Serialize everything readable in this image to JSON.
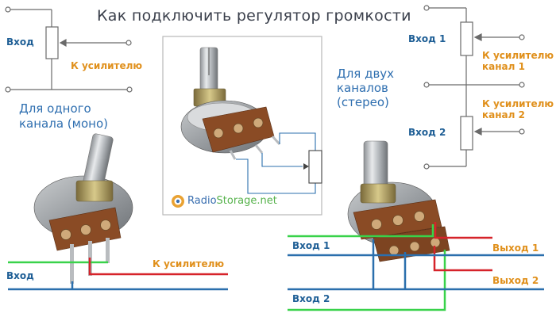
{
  "title": "Как подключить регулятор громкости",
  "mono": {
    "caption_line1": "Для одного",
    "caption_line2": "канала (моно)",
    "schematic_input": "Вход",
    "schematic_output": "К усилителю",
    "wiring_input": "Вход",
    "wiring_output": "К усилителю"
  },
  "stereo": {
    "caption_line1": "Для двух",
    "caption_line2": "каналов",
    "caption_line3": "(стерео)",
    "schematic_input1": "Вход 1",
    "schematic_input2": "Вход 2",
    "schematic_output1_line1": "К усилителю",
    "schematic_output1_line2": "канал 1",
    "schematic_output2_line1": "К усилителю",
    "schematic_output2_line2": "канал 2",
    "wiring_input1": "Вход 1",
    "wiring_input2": "Вход 2",
    "wiring_output1": "Выход 1",
    "wiring_output2": "Выход 2"
  },
  "watermark": {
    "brand": "Radio",
    "brand2": "Storage.net"
  },
  "colors": {
    "wire_blue": "#2b6fad",
    "wire_green": "#39d24a",
    "wire_red": "#d6232a",
    "label_orange": "#e0901c",
    "label_blue": "#1f5f96",
    "schematic_line": "#6a6a6a"
  }
}
